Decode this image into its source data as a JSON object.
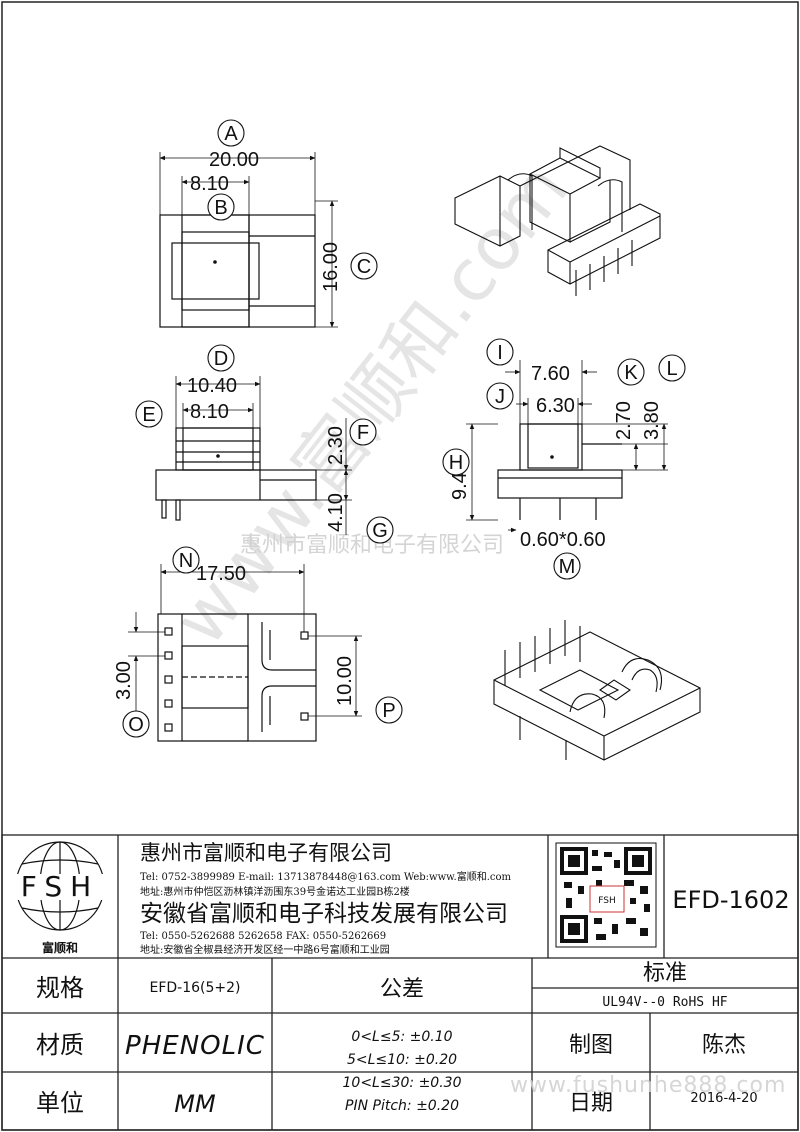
{
  "dimensions": {
    "A": "20.00",
    "B": "8.10",
    "C": "16.00",
    "D": "10.40",
    "D2": "8.10",
    "F": "2.30",
    "G": "4.10",
    "I": "7.60",
    "J": "6.30",
    "K": "2.70",
    "L": "3.80",
    "H": "9.40",
    "M": "0.60*0.60",
    "N": "17.50",
    "O": "3.00",
    "P": "10.00"
  },
  "callouts": [
    "A",
    "B",
    "C",
    "D",
    "E",
    "F",
    "G",
    "H",
    "I",
    "J",
    "K",
    "L",
    "M",
    "N",
    "O",
    "P"
  ],
  "watermark": {
    "diagonal": "www.富顺和.com",
    "center": "惠州市富顺和电子有限公司",
    "bottom": "www.fushunhe888.com"
  },
  "title_block": {
    "logo_text": "FSH",
    "logo_caption": "富顺和",
    "company1": "惠州市富顺和电子有限公司",
    "company1_contact": "Tel:  0752-3899989   E-mail: 13713878448@163.com   Web:www.富顺和.com",
    "company1_address": "地址:惠州市仲恺区沥林镇洋沥围东39号金诺达工业园B栋2楼",
    "company2": "安徽省富顺和电子科技发展有限公司",
    "company2_contact": "Tel:  0550-5262688   5262658      FAX: 0550-5262669",
    "company2_address": "地址:安徽省全椒县经济开发区经一中路6号富顺和工业园",
    "part_number": "EFD-1602",
    "spec_label": "规格",
    "spec_value": "EFD-16(5+2)",
    "material_label": "材质",
    "material_value": "PHENOLIC",
    "unit_label": "单位",
    "unit_value": "MM",
    "tolerance_label": "公差",
    "tolerances": [
      "0<L≤5: ±0.10",
      "5<L≤10: ±0.20",
      "10<L≤30: ±0.30",
      "PIN Pitch: ±0.20"
    ],
    "standard_label": "标准",
    "standard_value": "UL94V--0  RoHS HF",
    "drawn_label": "制图",
    "drawn_value": "陈杰",
    "date_label": "日期",
    "date_value": "2016-4-20"
  }
}
